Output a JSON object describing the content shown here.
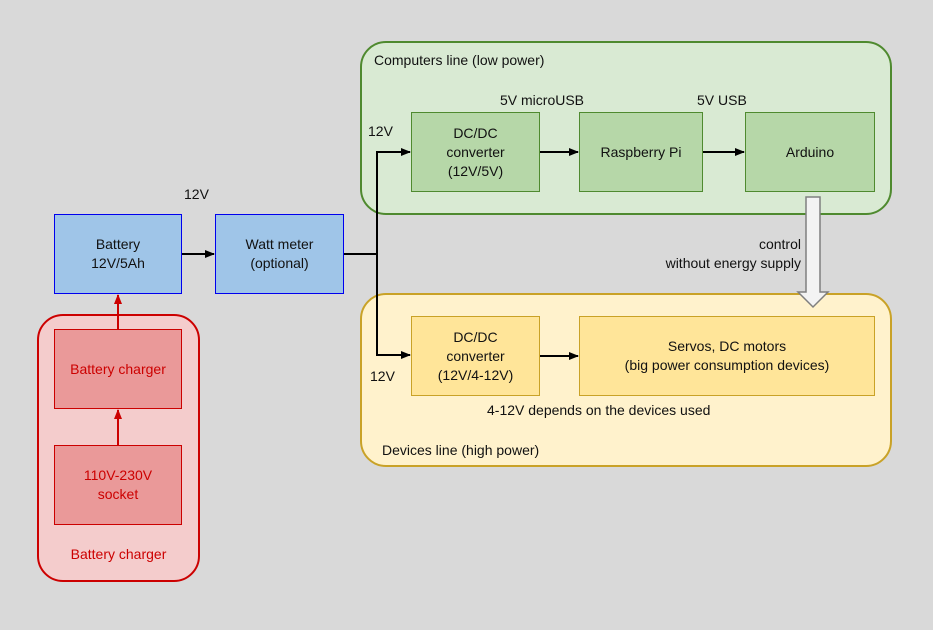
{
  "groups": {
    "computers": {
      "label": "Computers line (low power)",
      "fill": "#d5e8d4",
      "stroke": "#4f8a2f"
    },
    "devices": {
      "label": "Devices line (high power)",
      "fill": "#fff2cc",
      "stroke": "#c9a227"
    },
    "charger": {
      "label": "Battery charger",
      "fill": "#f4cccc",
      "stroke": "#cc0000"
    }
  },
  "boxes": {
    "battery": "Battery\n12V/5Ah",
    "watt_meter": "Watt meter\n(optional)",
    "dcdc_5v": "DC/DC\nconverter\n(12V/5V)",
    "raspberry": "Raspberry Pi",
    "arduino": "Arduino",
    "dcdc_4_12": "DC/DC\nconverter\n(12V/4-12V)",
    "servos": "Servos, DC motors\n(big power consumption devices)",
    "battery_charger": "Battery charger",
    "socket": "110V-230V\nsocket"
  },
  "labels": {
    "v12_main": "12V",
    "v12_top": "12V",
    "v12_bottom": "12V",
    "microusb": "5V microUSB",
    "usb": "5V USB",
    "control": "control\nwithout energy supply",
    "depends": "4-12V depends on the devices used"
  }
}
